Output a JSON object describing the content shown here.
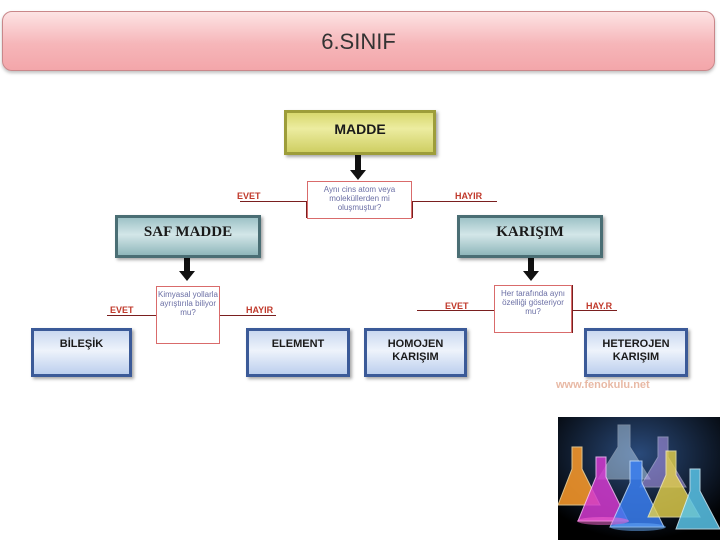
{
  "header": {
    "title": "6.SINIF"
  },
  "diagram": {
    "root": "MADDE",
    "question_root": "Aynı cins atom veya moleküllerden mi oluşmuştur?",
    "yes": "EVET",
    "no": "HAYIR",
    "no_short": "HAY.R",
    "saf_madde": "SAF MADDE",
    "karisim": "KARIŞIM",
    "question_left": "Kimyasal yollarla ayrıştırıla biliyor mu?",
    "question_right": "Her tarafında aynı özelliği gösteriyor mu?",
    "bilesik": "BİLEŞİK",
    "element": "ELEMENT",
    "homojen": "HOMOJEN KARIŞIM",
    "heterojen": "HETEROJEN KARIŞIM",
    "watermark": "www.fenokulu.net"
  },
  "photo": {
    "icon": "flasks-photo"
  }
}
